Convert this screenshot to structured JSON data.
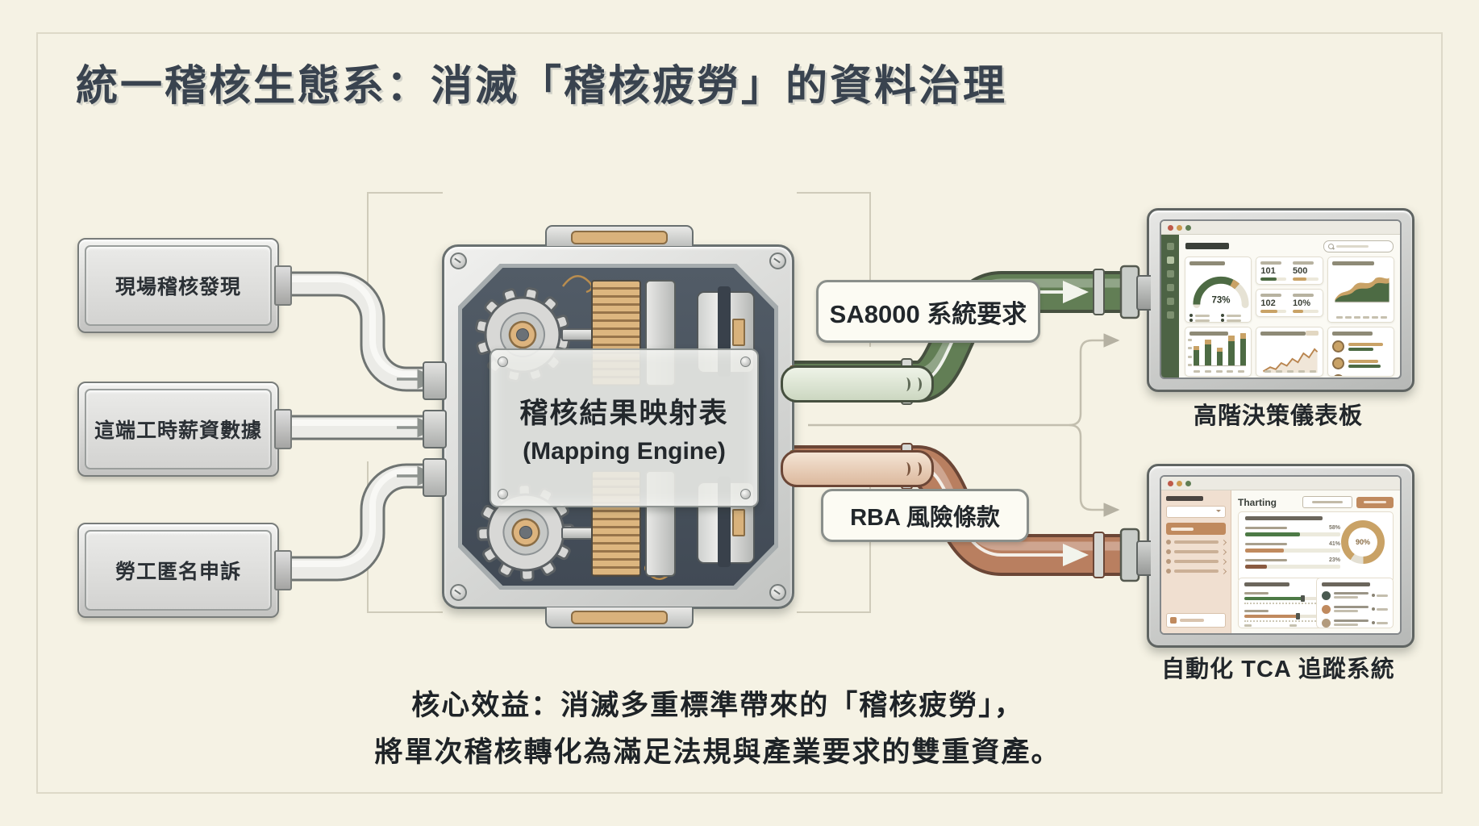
{
  "title": "統一稽核生態系：消滅「稽核疲勞」的資料治理",
  "inputs": [
    {
      "label": "現場稽核發現"
    },
    {
      "label": "這端工時薪資數據"
    },
    {
      "label": "勞工匿名申訴"
    }
  ],
  "engine": {
    "name_zh": "稽核結果映射表",
    "name_en": "(Mapping Engine)"
  },
  "pipes": {
    "sa8000": {
      "label": "SA8000 系統要求",
      "color": "#627e55"
    },
    "rba": {
      "label": "RBA 風險條款",
      "color": "#b97f60"
    }
  },
  "dashboard_top": {
    "caption": "高階決策儀表板",
    "gauge": {
      "value": 73,
      "value_label": "73%"
    },
    "stats": [
      {
        "value": "101",
        "fill": 62,
        "color": "#4d6b44"
      },
      {
        "value": "500",
        "fill": 55,
        "color": "#c9a266"
      },
      {
        "value": "102",
        "fill": 65,
        "color": "#c9a266"
      },
      {
        "value": "10%",
        "fill": 42,
        "color": "#c9a266"
      }
    ],
    "bar_chart": {
      "values": [
        38,
        52,
        36,
        60,
        64
      ],
      "caps": [
        8,
        10,
        8,
        12,
        12
      ]
    },
    "insight_rows": [
      {
        "w1": 85,
        "w2": 62
      },
      {
        "w1": 72,
        "w2": 78
      },
      {
        "w1": 80,
        "w2": 55
      }
    ]
  },
  "dashboard_bottom": {
    "caption": "自動化 TCA 追蹤系統",
    "app_title": "Tharting",
    "progress": [
      {
        "pct": 58,
        "pct_label": "58%",
        "color": "#4d7a46"
      },
      {
        "pct": 41,
        "pct_label": "41%",
        "color": "#c08a5e"
      },
      {
        "pct": 23,
        "pct_label": "23%",
        "color": "#8a5a40"
      }
    ],
    "donut": {
      "value": 90,
      "value_label": "90%"
    }
  },
  "footer": {
    "line1": "核心效益：消滅多重標準帶來的「稽核疲勞」，",
    "line2": "將單次稽核轉化為滿足法規與產業要求的雙重資產。"
  }
}
